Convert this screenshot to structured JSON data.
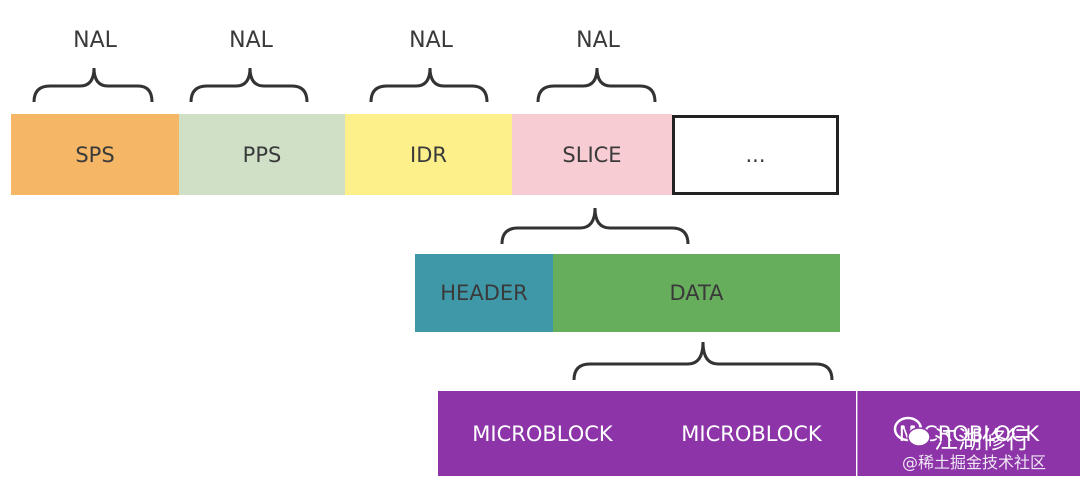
{
  "nal_labels": [
    "NAL",
    "NAL",
    "NAL",
    "NAL"
  ],
  "units": [
    {
      "label": "SPS",
      "color": "#f5b765"
    },
    {
      "label": "PPS",
      "color": "#cfe0c7"
    },
    {
      "label": "IDR",
      "color": "#fdf08a"
    },
    {
      "label": "SLICE",
      "color": "#f8ccd3"
    },
    {
      "label": "...",
      "color": "#ffffff"
    }
  ],
  "slice_parts": [
    {
      "label": "HEADER",
      "color": "#3e98a8"
    },
    {
      "label": "DATA",
      "color": "#67ae5c"
    }
  ],
  "data_parts": [
    {
      "label": "MICROBLOCK",
      "color": "#8c34a8"
    },
    {
      "label": "MICROBLOCK",
      "color": "#8c34a8"
    },
    {
      "label": "MICROBLOCK",
      "color": "#8c34a8"
    }
  ],
  "watermark": {
    "line1": "江湖修行",
    "line2": "@稀土掘金技术社区"
  },
  "colors": {
    "bracket": "#333333",
    "ellipsis_border": "#222222"
  }
}
